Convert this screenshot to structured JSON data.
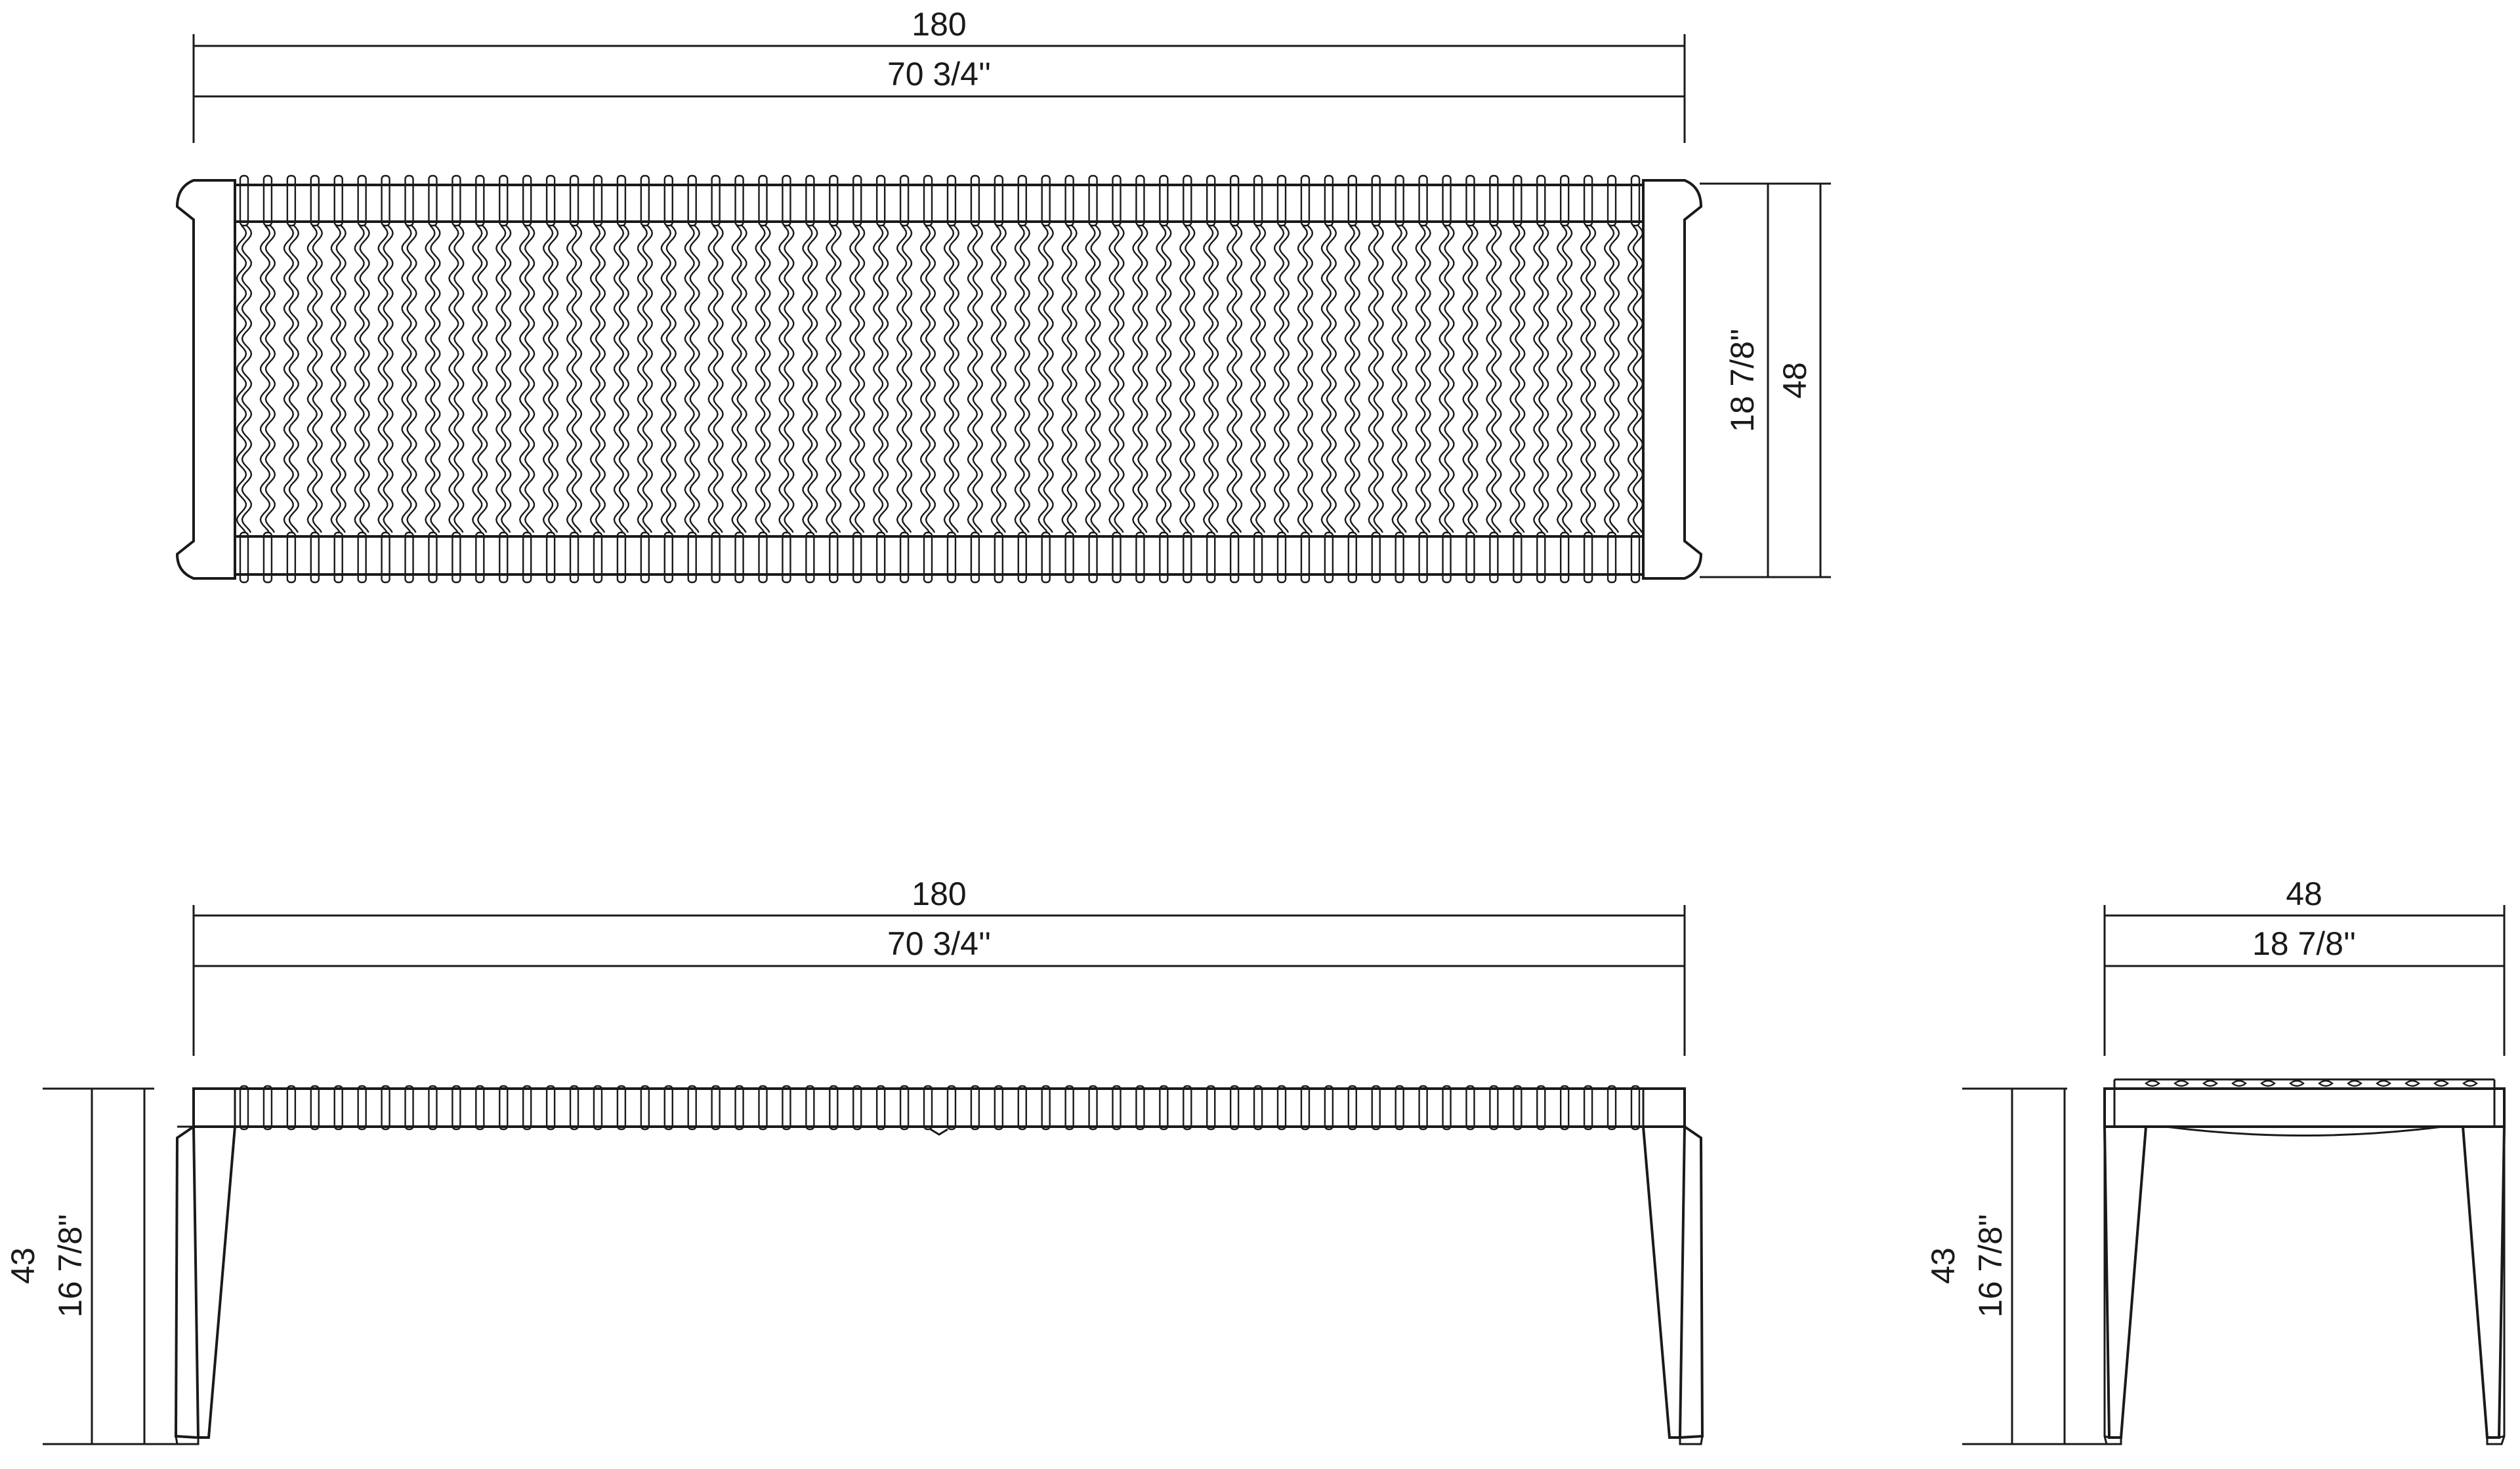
{
  "top_view": {
    "width_cm": "180",
    "width_in": "70 3/4''",
    "depth_cm": "48",
    "depth_in": "18 7/8''"
  },
  "front_view": {
    "width_cm": "180",
    "width_in": "70 3/4''",
    "height_cm": "43",
    "height_in": "16 7/8''"
  },
  "side_view": {
    "depth_cm": "48",
    "depth_in": "18 7/8''",
    "height_cm": "43",
    "height_in": "16 7/8''"
  }
}
